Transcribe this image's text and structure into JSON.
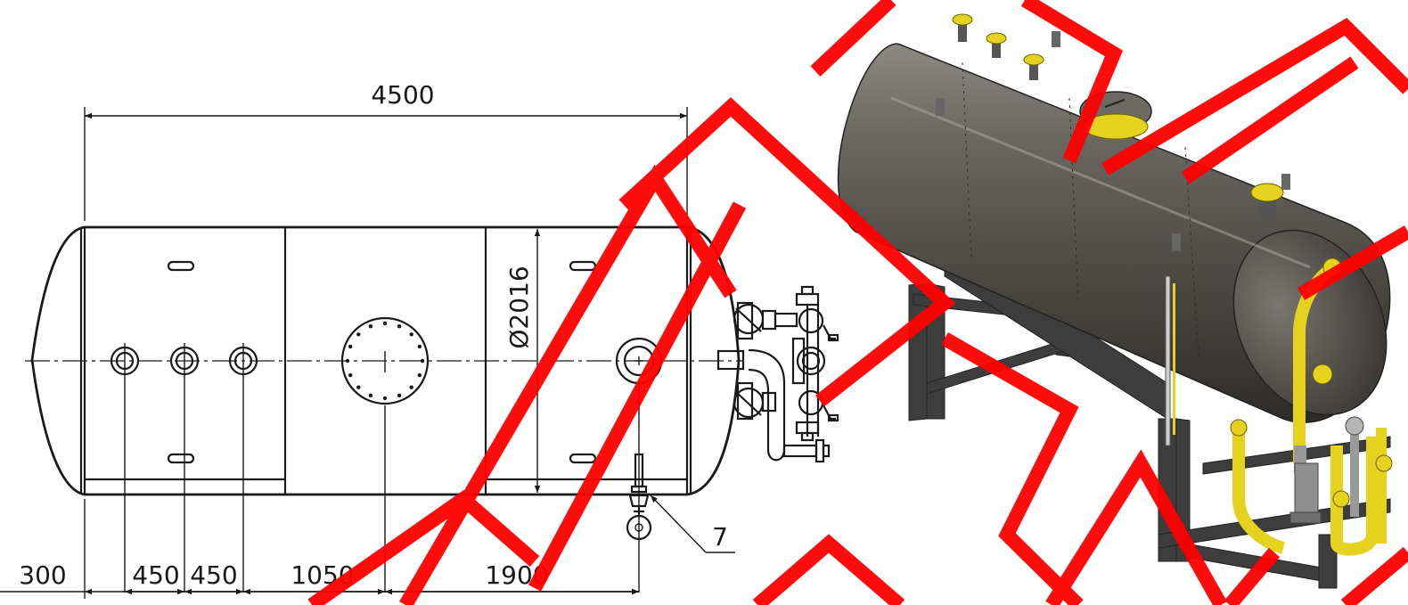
{
  "drawing": {
    "dimensions": {
      "overall_length": "4500",
      "diameter": "Ø2016",
      "offset_left": "300",
      "spacing_a": "450",
      "spacing_b": "450",
      "to_manhole": "1050",
      "to_outlet": "1900"
    },
    "callouts": {
      "item_7": "7"
    }
  },
  "colors": {
    "line": "#1a1a1a",
    "watermark": "#ff0000",
    "tank_shell": "#5a5752",
    "frame": "#3d3d3d",
    "flange": "#e5d21e"
  },
  "watermark": {
    "visible": true,
    "style": "red stencil letters"
  }
}
